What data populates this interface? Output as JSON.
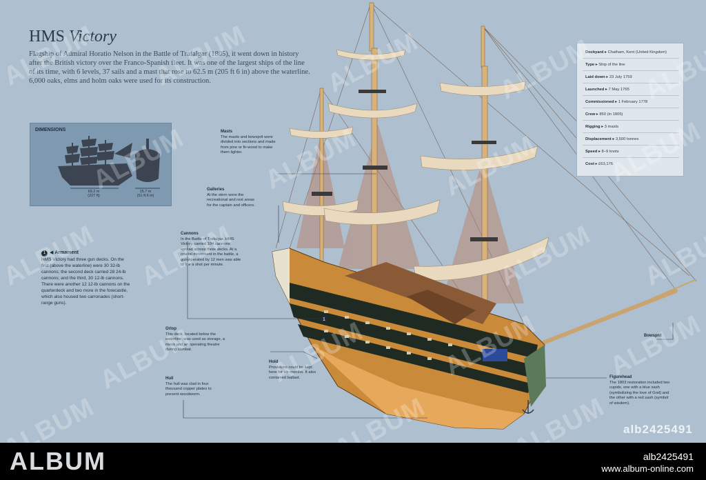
{
  "title_main": "HMS",
  "title_italic": "Victory",
  "intro": "Flagship of Admiral Horatio Nelson in the Battle of Trafalgar (1805), it went down in history after the British victory over the Franco-Spanish fleet. It was one of the largest ships of the line of its time, with 6 levels, 37 sails and a mast that rose to 62.5 m (205 ft 6 in) above the waterline. 6,000 oaks, elms and holm oaks were used for its construction.",
  "dimensions": {
    "header": "DIMENSIONS",
    "length": "69.2 m",
    "length_ft": "(227 ft)",
    "beam": "15.7 m",
    "beam_ft": "(51 ft 6 in)"
  },
  "armament": {
    "number": "1",
    "title": "Armament",
    "text": "HMS Victory had three gun decks. On the first (above the waterline) were 30 32-lb cannons; the second deck carried 28 24-lb cannons; and the third, 30 12-lb cannons. There were another 12 12-lb cannons on the quarterdeck and two more in the forecastle, which also housed two carronades (short-range guns)."
  },
  "callouts": {
    "masts": {
      "title": "Masts",
      "text": "The masts and bowsprit were divided into sections and made from pine or fir-wood to make them lighter."
    },
    "galleries": {
      "title": "Galleries",
      "text": "At the stern were the recreational and rest areas for the captain and officers."
    },
    "cannons": {
      "title": "Cannons",
      "text": "In the Battle of Trafalgar, HMS Victory carried 104 cannons spread across three decks. At a crucial movement in the battle, a gun operated by 12 men was able to fire a shot per minute."
    },
    "orlop": {
      "title": "Orlop",
      "text": "This deck, located below the waterline, was used as storage, a mess and an operating theatre during combat."
    },
    "hold": {
      "title": "Hold",
      "text": "Provisions could be kept here for six months. It also contained ballast."
    },
    "hull": {
      "title": "Hull",
      "text": "The hull was clad in four thousand copper plates to prevent woodworm."
    },
    "bowsprit": {
      "title": "Bowsprit"
    },
    "figurehead": {
      "title": "Figurehead",
      "text": "The 1803 restoration included two cupids, one with a blue sash (symbolizing the love of God) and the other with a red sash (symbol of wisdom)."
    }
  },
  "specs": [
    {
      "label": "Dockyard",
      "value": "Chatham, Kent (United Kingdom)"
    },
    {
      "label": "Type",
      "value": "Ship of the line"
    },
    {
      "label": "Laid down",
      "value": "23 July 1759"
    },
    {
      "label": "Launched",
      "value": "7 May 1765"
    },
    {
      "label": "Commissioned",
      "value": "1 February 1778"
    },
    {
      "label": "Crew",
      "value": "850 (in 1805)"
    },
    {
      "label": "Rigging",
      "value": "3 masts"
    },
    {
      "label": "Displacement",
      "value": "3,500 tonnes"
    },
    {
      "label": "Speed",
      "value": "8–9 knots"
    },
    {
      "label": "Cost",
      "value": "£63,176"
    }
  ],
  "watermark": {
    "text": "ALBUM",
    "ref_small": "alb2425491"
  },
  "footer": {
    "brand": "ALBUM",
    "ref": "alb2425491",
    "site": "www.album-online.com"
  },
  "colors": {
    "background": "#aec0cf",
    "spec_panel": "#dfe6ec",
    "dimensions_panel": "#7f9ab0",
    "footer": "#000000",
    "hull_wood": "#c98a3a",
    "sails": "#e8d9bf"
  }
}
